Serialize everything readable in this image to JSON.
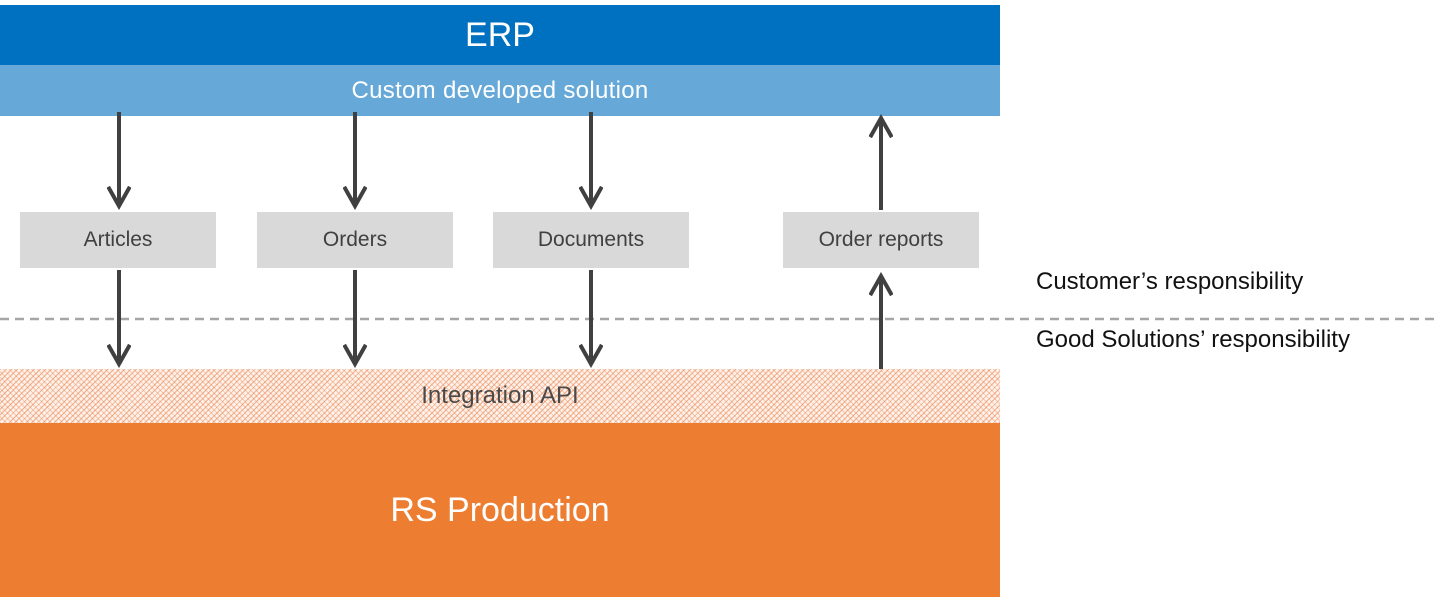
{
  "layers": {
    "erp": "ERP",
    "custom": "Custom developed solution",
    "api": "Integration API",
    "rs": "RS Production"
  },
  "boxes": [
    {
      "label": "Articles",
      "direction": "down"
    },
    {
      "label": "Orders",
      "direction": "down"
    },
    {
      "label": "Documents",
      "direction": "down"
    },
    {
      "label": "Order reports",
      "direction": "up"
    }
  ],
  "responsibility": {
    "customer": "Customer’s responsibility",
    "good_solutions": "Good Solutions’ responsibility"
  },
  "colors": {
    "erp": "#0070c0",
    "custom": "#66a8d8",
    "rs": "#ed7d31",
    "box": "#d9d9d9",
    "arrow": "#404040",
    "divider": "#a6a6a6"
  }
}
